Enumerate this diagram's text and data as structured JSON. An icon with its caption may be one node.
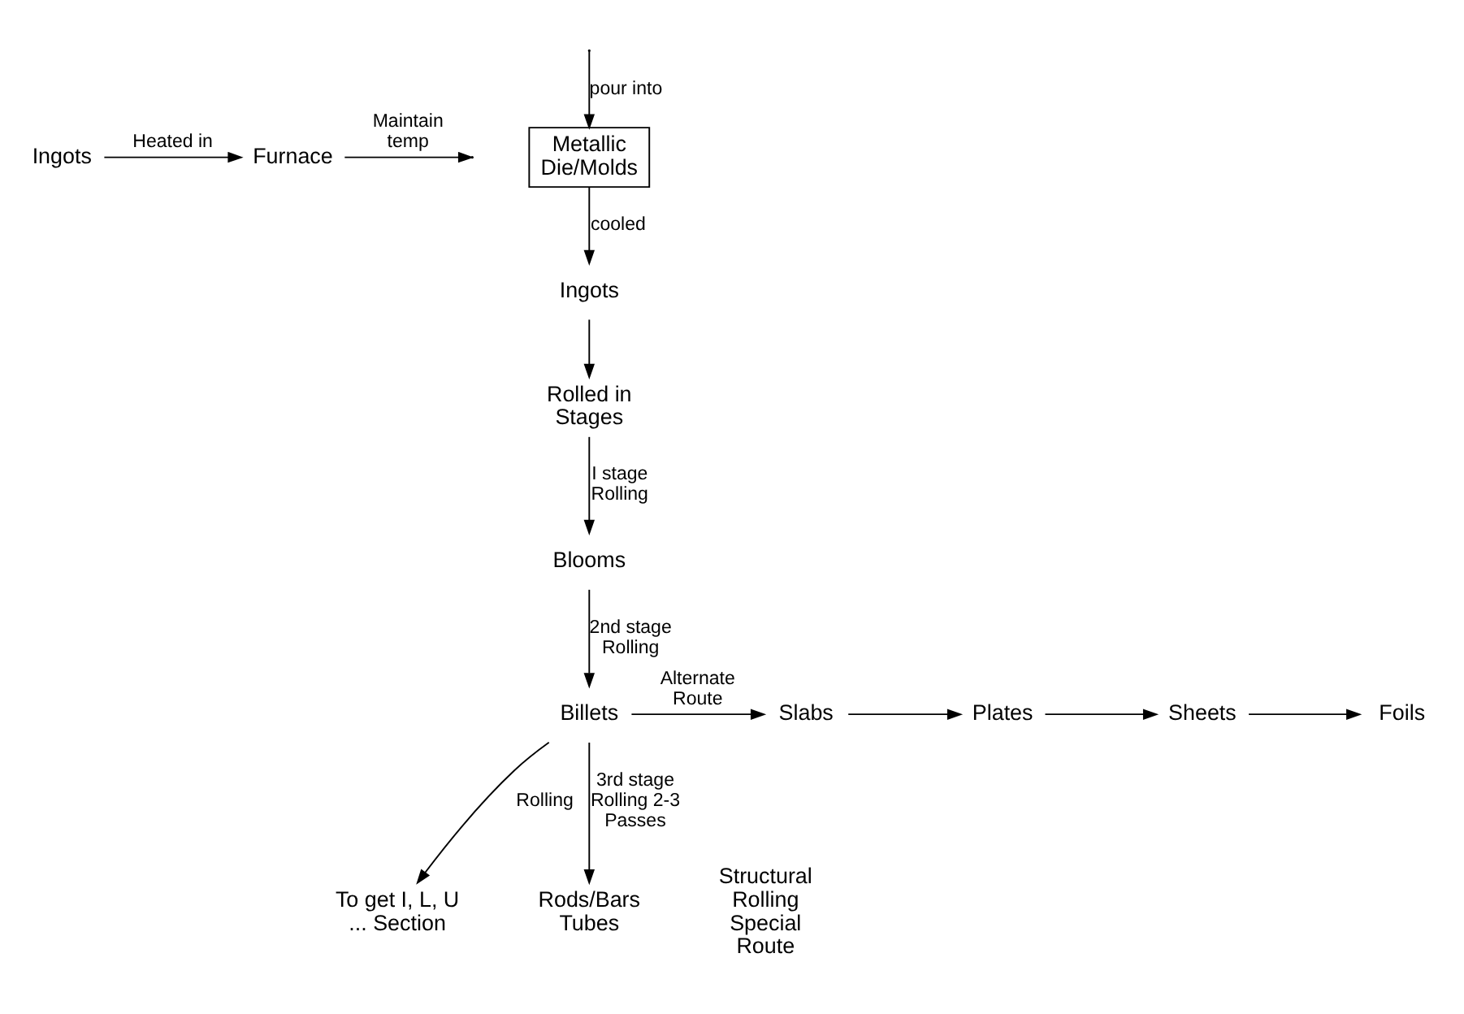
{
  "diagram": {
    "nodes": [
      {
        "text": [
          "Ingots"
        ]
      },
      {
        "text": [
          "Furnace"
        ]
      },
      {
        "text": [
          "Metallic Die/Molds"
        ]
      },
      {
        "text": [
          "Ingots"
        ]
      },
      {
        "text": [
          "Rolled in Stages"
        ]
      },
      {
        "text": [
          "Blooms"
        ]
      },
      {
        "text": [
          "Billets"
        ]
      },
      {
        "text": [
          "Slabs"
        ]
      },
      {
        "text": [
          "Plates"
        ]
      },
      {
        "text": [
          "Sheets"
        ]
      },
      {
        "text": [
          "Foils"
        ]
      },
      {
        "text": [
          "To get I, L, U ... Section"
        ]
      },
      {
        "text": [
          "Rods/Bars Tubes"
        ]
      }
    ],
    "edges": [
      {
        "from": 0,
        "to": 1,
        "arrow": "to",
        "label": "Heated in"
      },
      {
        "from": 1,
        "to": null,
        "arrow": "to",
        "label": "Maintain temp"
      },
      {
        "from": null,
        "to": 2,
        "arrow": "to",
        "label": "pour into"
      },
      {
        "from": 2,
        "to": 3,
        "arrow": "to",
        "label": "cooled"
      },
      {
        "from": 3,
        "to": 4,
        "arrow": "to"
      },
      {
        "from": 4,
        "to": 5,
        "arrow": "to",
        "label": "I stage Rolling"
      },
      {
        "from": 5,
        "to": 6,
        "arrow": "to",
        "label": "2nd stage Rolling"
      },
      {
        "from": 6,
        "to": 7,
        "arrow": "to",
        "label": "Alternate Route"
      },
      {
        "from": 7,
        "to": 8,
        "arrow": "to"
      },
      {
        "from": 8,
        "to": 9,
        "arrow": "to"
      },
      {
        "from": 9,
        "to": 10,
        "arrow": "to"
      },
      {
        "from": 6,
        "to": 11,
        "arrow": "to",
        "label": "Rolling"
      },
      {
        "from": 6,
        "to": 12,
        "arrow": "to",
        "label": "3rd stage Rolling 2-3 Passes"
      }
    ],
    "labels": [
      "Structural Rolling Special Route"
    ]
  }
}
